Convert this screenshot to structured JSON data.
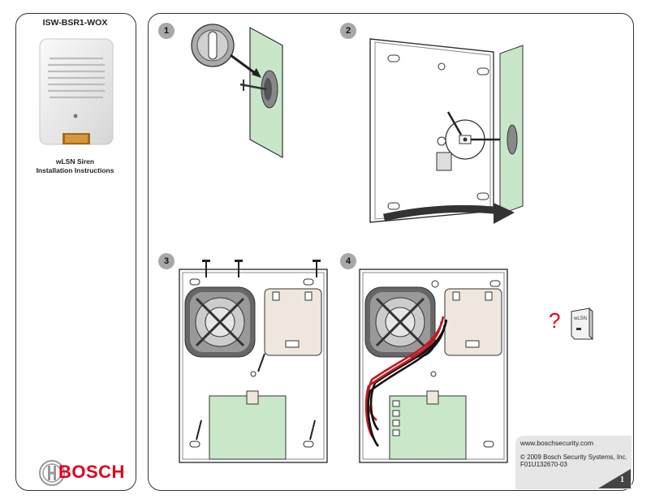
{
  "doc": {
    "model": "ISW-BSR1-WOX",
    "title_line1": "wLSN Siren",
    "title_line2": "Installation Instructions",
    "brand": "BOSCH"
  },
  "steps": [
    "1",
    "2",
    "3",
    "4"
  ],
  "info": {
    "website": "www.boschsecurity.com",
    "copyright": "© 2009 Bosch Security Systems, Inc.",
    "doc_number": "F01U132670-03",
    "page": "1"
  },
  "help_icon": {
    "symbol": "?",
    "label": "wLSN"
  },
  "colors": {
    "wall": "#c8e6c8",
    "board": "#c9e8c9",
    "bracket": "#efe7dd",
    "brand": "#e2001a",
    "wire_red": "#c21820",
    "badge": "#a8a8a8"
  }
}
